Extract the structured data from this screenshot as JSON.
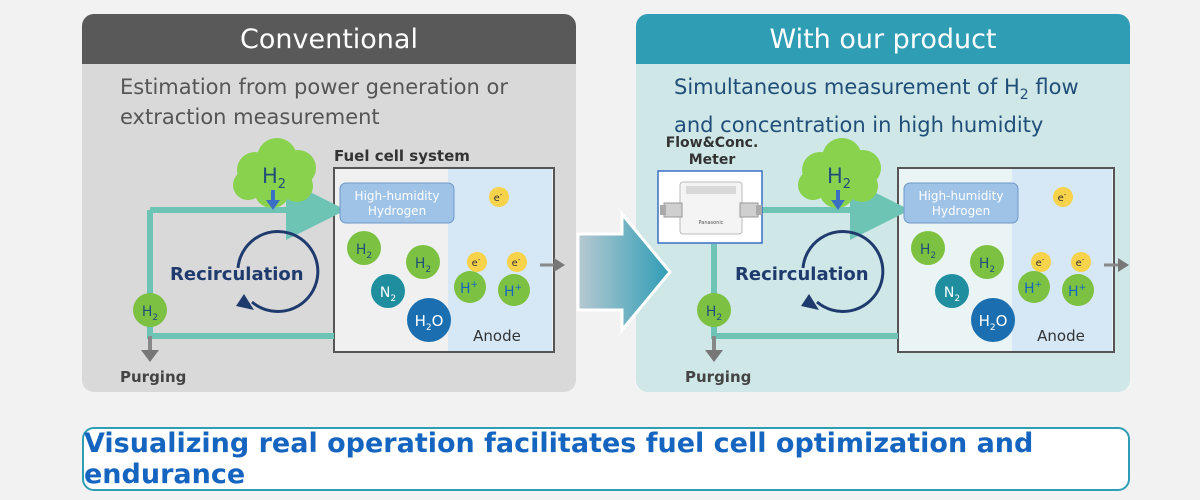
{
  "left": {
    "header": "Conventional",
    "subtitle_line1": "Estimation from power generation or",
    "subtitle_line2": "extraction measurement",
    "system_label": "Fuel cell system",
    "gas_box_line1": "High-humidity",
    "gas_box_line2": "Hydrogen",
    "recirculation": "Recirculation",
    "anode": "Anode",
    "purging": "Purging"
  },
  "right": {
    "header": "With our product",
    "subtitle_line1_a": "Simultaneous measurement of H",
    "subtitle_line1_sub": "2",
    "subtitle_line1_b": " flow",
    "subtitle_line2": "and concentration in high humidity",
    "meter_line1": "Flow&Conc.",
    "meter_line2": "Meter",
    "meter_brand": "Panasonic",
    "gas_box_line1": "High-humidity",
    "gas_box_line2": "Hydrogen",
    "recirculation": "Recirculation",
    "anode": "Anode",
    "purging": "Purging"
  },
  "molecules": {
    "h2": "H",
    "h2_sub": "2",
    "n2": "N",
    "n2_sub": "2",
    "h2o_a": "H",
    "h2o_sub": "2",
    "h2o_b": "O",
    "hplus": "H",
    "hplus_sup": "+",
    "electron": "e",
    "electron_sup": "-"
  },
  "footer": "Visualizing real operation facilitates fuel cell optimization and endurance",
  "colors": {
    "left_header": "#595959",
    "right_header": "#2f9db3",
    "pipe": "#6dc4b4",
    "green_ball": "#7cc142",
    "blue_ball": "#1b6fb0",
    "teal_ball": "#1f8fa0",
    "electron": "#f7d24b",
    "footer_text": "#1565c0"
  }
}
